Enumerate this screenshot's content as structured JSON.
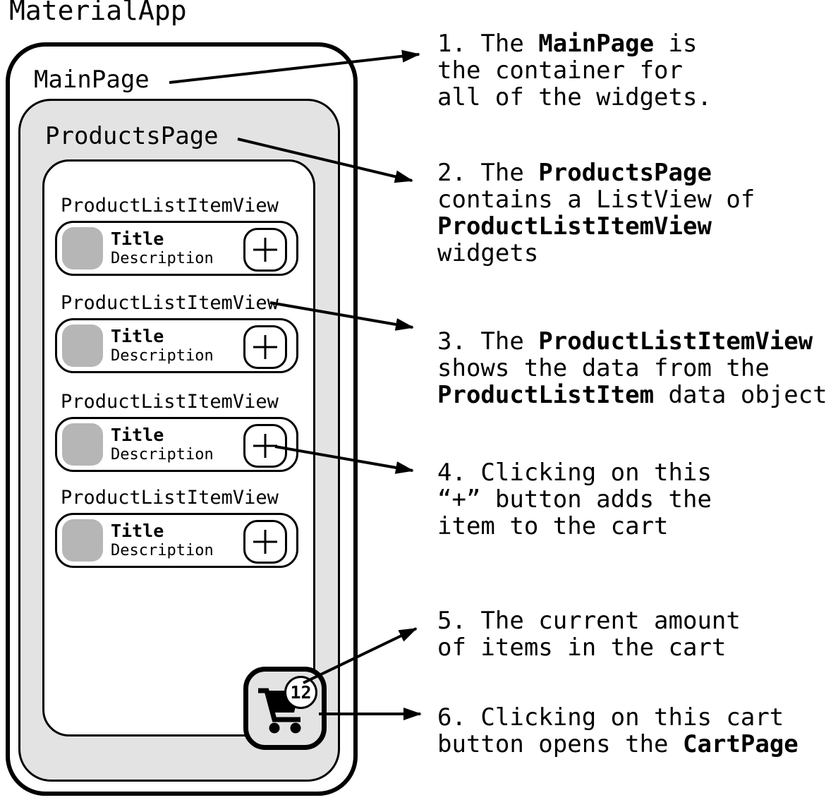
{
  "title": "MaterialApp",
  "diagram": {
    "main_page_label": "MainPage",
    "products_page_label": "ProductsPage",
    "products": [
      {
        "label": "ProductListItemView",
        "title": "Title",
        "description": "Description",
        "add_button": "+"
      },
      {
        "label": "ProductListItemView",
        "title": "Title",
        "description": "Description",
        "add_button": "+"
      },
      {
        "label": "ProductListItemView",
        "title": "Title",
        "description": "Description",
        "add_button": "+"
      },
      {
        "label": "ProductListItemView",
        "title": "Title",
        "description": "Description",
        "add_button": "+"
      }
    ],
    "cart": {
      "badge_count": "12"
    }
  },
  "icons": {
    "plus-icon": "+",
    "shopping-cart-icon": "cart"
  },
  "annotations": [
    {
      "lines": [
        [
          {
            "text": "1. The ",
            "bold": false
          },
          {
            "text": "MainPage",
            "bold": true
          },
          {
            "text": " is",
            "bold": false
          }
        ],
        [
          {
            "text": "the container for",
            "bold": false
          }
        ],
        [
          {
            "text": "all of the widgets.",
            "bold": false
          }
        ]
      ]
    },
    {
      "lines": [
        [
          {
            "text": "2. The ",
            "bold": false
          },
          {
            "text": "ProductsPage",
            "bold": true
          }
        ],
        [
          {
            "text": "contains a ListView of",
            "bold": false
          }
        ],
        [
          {
            "text": "ProductListItemView",
            "bold": true
          }
        ],
        [
          {
            "text": "widgets",
            "bold": false
          }
        ]
      ]
    },
    {
      "lines": [
        [
          {
            "text": "3. The ",
            "bold": false
          },
          {
            "text": "ProductListItemView",
            "bold": true
          }
        ],
        [
          {
            "text": "shows the data from the",
            "bold": false
          }
        ],
        [
          {
            "text": "ProductListItem",
            "bold": true
          },
          {
            "text": " data object",
            "bold": false
          }
        ]
      ]
    },
    {
      "lines": [
        [
          {
            "text": "4. Clicking on this",
            "bold": false
          }
        ],
        [
          {
            "text": "“+” button adds the",
            "bold": false
          }
        ],
        [
          {
            "text": "item to the cart",
            "bold": false
          }
        ]
      ]
    },
    {
      "lines": [
        [
          {
            "text": "5. The current amount",
            "bold": false
          }
        ],
        [
          {
            "text": "of items in the cart",
            "bold": false
          }
        ]
      ]
    },
    {
      "lines": [
        [
          {
            "text": "6. Clicking on this cart",
            "bold": false
          }
        ],
        [
          {
            "text": "button opens the ",
            "bold": false
          },
          {
            "text": "CartPage",
            "bold": true
          }
        ]
      ]
    }
  ],
  "colors": {
    "panel": "#e3e3e3",
    "thumbnail": "#b6b6b6",
    "ink": "#000000",
    "background": "#ffffff"
  }
}
